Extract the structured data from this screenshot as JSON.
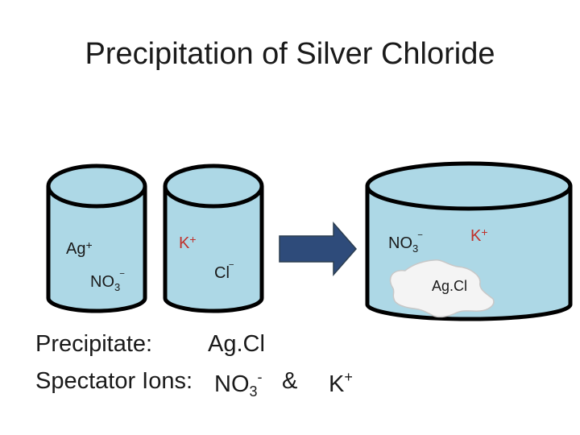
{
  "title": "Precipitation of Silver Chloride",
  "beaker1": {
    "cation": "Ag",
    "cation_charge": "+",
    "anion_base": "NO",
    "anion_sub": "3",
    "anion_charge": "‾"
  },
  "beaker2": {
    "cation": "K",
    "cation_charge": "+",
    "anion": "Cl",
    "anion_charge": "‾"
  },
  "beaker3": {
    "anion_base": "NO",
    "anion_sub": "3",
    "anion_charge": "‾",
    "cation": "K",
    "cation_charge": "+",
    "precipitate": "Ag.Cl"
  },
  "summary": {
    "precipitate_label": "Precipitate:",
    "precipitate_value": "Ag.Cl",
    "spectator_label": "Spectator Ions:",
    "ion1_base": "NO",
    "ion1_sub": "3",
    "ion1_charge": "-",
    "conjunction": "&",
    "ion2": "K",
    "ion2_charge": "+"
  },
  "colors": {
    "solution": "#add8e6",
    "outline": "#000000",
    "arrow": "#2e4b7a",
    "precipitate": "#f4f4f4",
    "potassium": "#c0302a"
  }
}
